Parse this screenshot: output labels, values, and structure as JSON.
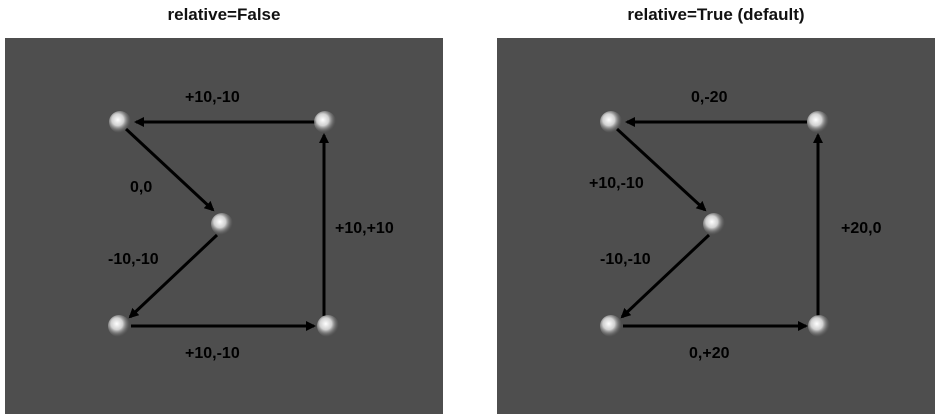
{
  "panels": [
    {
      "title": "relative=False",
      "labels": [
        "+10,-10",
        "0,0",
        "-10,-10",
        "+10,-10",
        "+10,+10"
      ]
    },
    {
      "title": "relative=True (default)",
      "labels": [
        "0,-20",
        "+10,-10",
        "-10,-10",
        "0,+20",
        "+20,0"
      ]
    }
  ],
  "colors": {
    "canvas_background": "#4e4e4e",
    "arrow": "#000000",
    "node": "#d8d8d8"
  }
}
